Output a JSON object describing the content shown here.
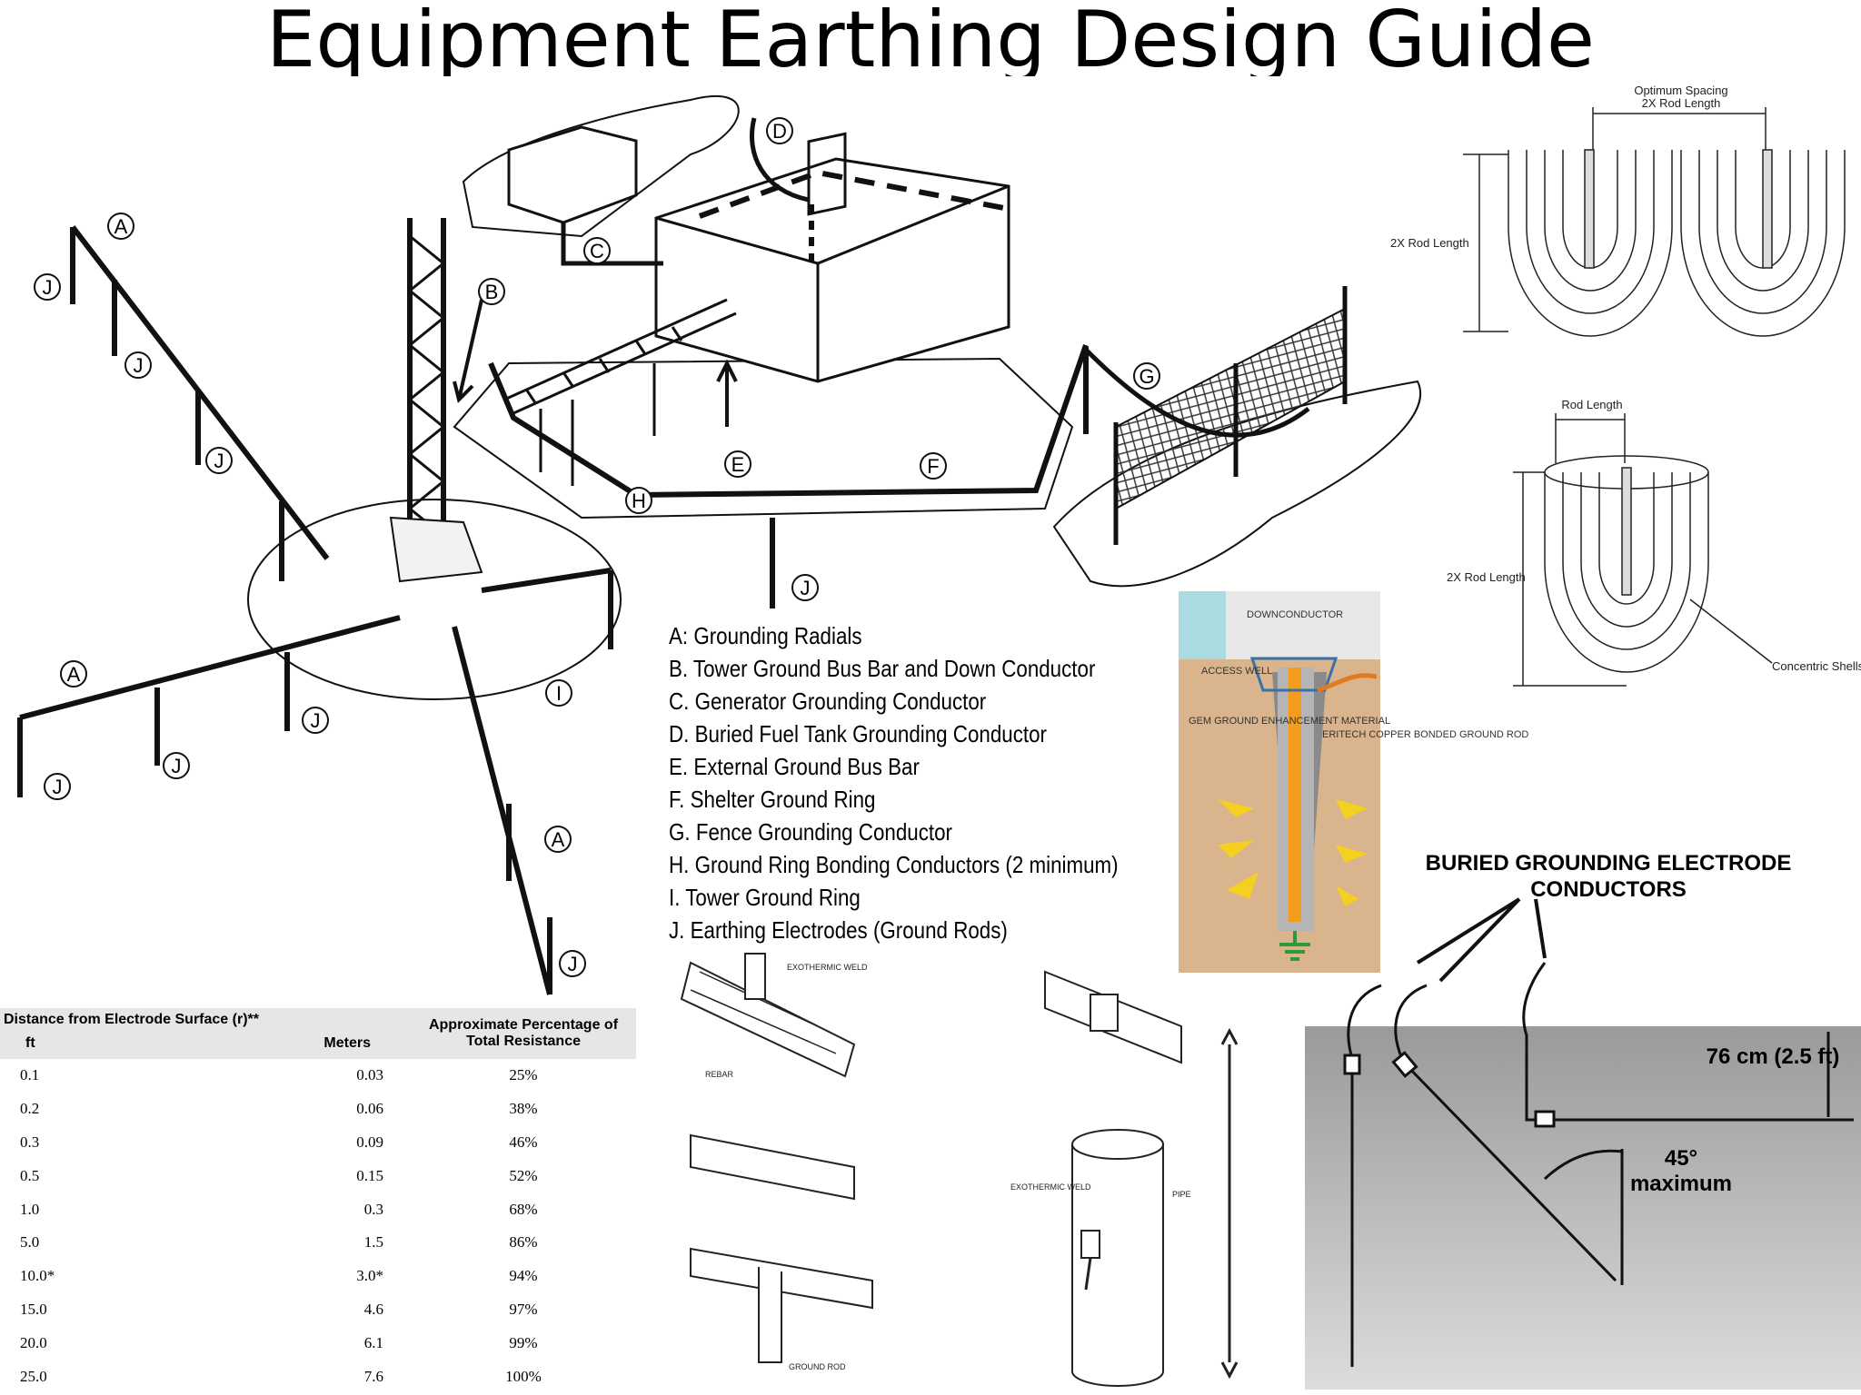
{
  "page_title": "Equipment Earthing Design Guide",
  "site_callouts": {
    "a": "A",
    "b": "B",
    "c": "C",
    "d": "D",
    "e": "E",
    "f": "F",
    "g": "G",
    "h": "H",
    "i": "I",
    "j": "J"
  },
  "legend": [
    "A: Grounding Radials",
    "B. Tower Ground Bus Bar and Down Conductor",
    "C. Generator Grounding Conductor",
    "D. Buried Fuel Tank Grounding Conductor",
    "E. External Ground Bus Bar",
    "F. Shelter Ground Ring",
    "G. Fence Grounding Conductor",
    "H. Ground Ring Bonding Conductors (2 minimum)",
    "I. Tower Ground Ring",
    "J. Earthing Electrodes (Ground Rods)"
  ],
  "rod_spacing": {
    "optimum_spacing": "Optimum Spacing",
    "two_x_rod_length_top": "2X Rod Length",
    "two_x_rod_length_side": "2X Rod Length",
    "rod_length": "Rod Length",
    "two_x_rod_length_single": "2X Rod Length",
    "concentric_shells": "Concentric Shells"
  },
  "gem_diagram": {
    "downconductor": "DOWNCONDUCTOR",
    "access_well": "ACCESS WELL",
    "gem_material": "GEM GROUND ENHANCEMENT MATERIAL",
    "eritech_rod": "ERITECH COPPER BONDED GROUND ROD"
  },
  "connections": {
    "exothermic_weld_top": "EXOTHERMIC WELD",
    "rebar": "REBAR",
    "ground_rod": "GROUND ROD",
    "exothermic_weld_pipe": "EXOTHERMIC WELD",
    "pipe": "PIPE"
  },
  "resistance_table": {
    "header_group": "Distance from Electrode Surface (r)**",
    "col_ft": "ft",
    "col_meters": "Meters",
    "col_pct": "Approximate Percentage of Total Resistance",
    "rows": [
      [
        "0.1",
        "0.03",
        "25%"
      ],
      [
        "0.2",
        "0.06",
        "38%"
      ],
      [
        "0.3",
        "0.09",
        "46%"
      ],
      [
        "0.5",
        "0.15",
        "52%"
      ],
      [
        "1.0",
        "0.3",
        "68%"
      ],
      [
        "5.0",
        "1.5",
        "86%"
      ],
      [
        "10.0*",
        "3.0*",
        "94%"
      ],
      [
        "15.0",
        "4.6",
        "97%"
      ],
      [
        "20.0",
        "6.1",
        "99%"
      ],
      [
        "25.0",
        "7.6",
        "100%"
      ]
    ]
  },
  "buried": {
    "title": "BURIED GROUNDING ELECTRODE CONDUCTORS",
    "depth": "76 cm (2.5 ft)",
    "angle": "45° maximum"
  }
}
